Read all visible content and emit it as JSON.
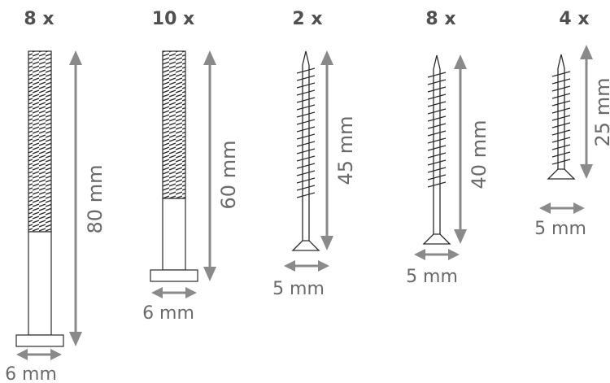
{
  "colors": {
    "ink": "#2b2b2b",
    "arrow": "#8a8a8a",
    "label": "#6a6a6a",
    "quantity": "#505050"
  },
  "items": [
    {
      "type": "bolt",
      "quantity": "8 x",
      "length": "80 mm",
      "width": "6 mm"
    },
    {
      "type": "bolt",
      "quantity": "10 x",
      "length": "60 mm",
      "width": "6 mm"
    },
    {
      "type": "screw",
      "quantity": "2 x",
      "length": "45 mm",
      "width": "5 mm"
    },
    {
      "type": "screw",
      "quantity": "8 x",
      "length": "40 mm",
      "width": "5 mm"
    },
    {
      "type": "screw",
      "quantity": "4 x",
      "length": "25 mm",
      "width": "5 mm"
    }
  ]
}
